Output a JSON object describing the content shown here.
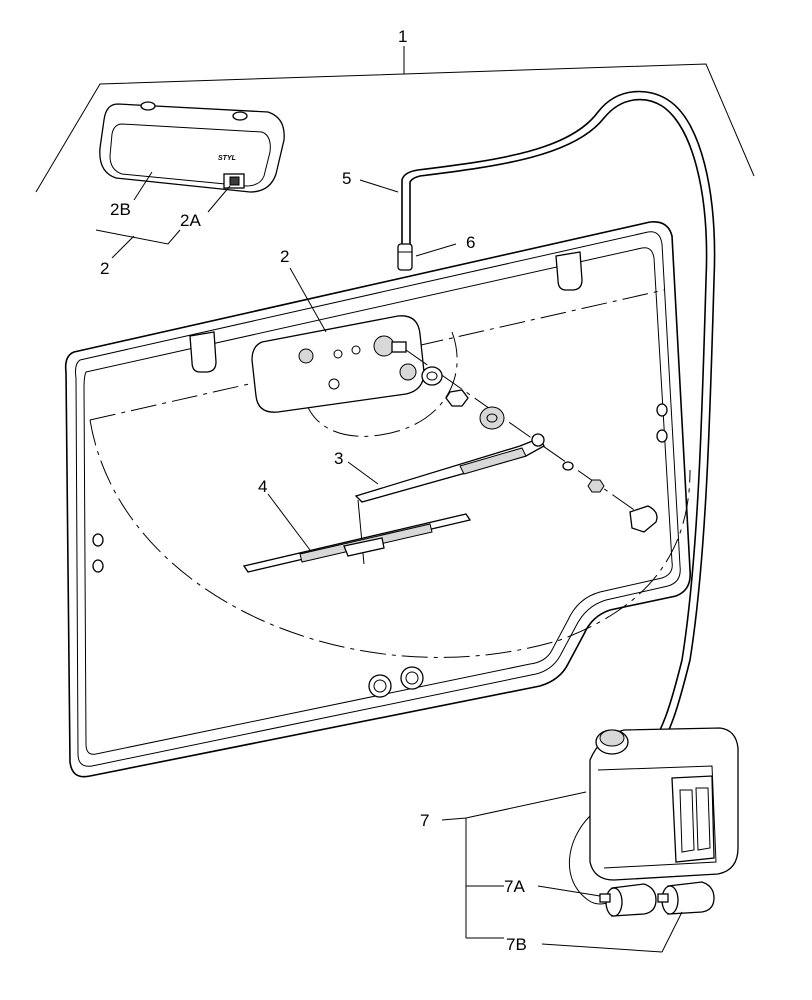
{
  "callouts": {
    "c1": "1",
    "c2_top": "2",
    "c2a": "2A",
    "c2b": "2B",
    "c2_bottom": "2",
    "c3": "3",
    "c4": "4",
    "c5": "5",
    "c6": "6",
    "c7": "7",
    "c7a": "7A",
    "c7b": "7B"
  },
  "brand_mark": "STYL"
}
